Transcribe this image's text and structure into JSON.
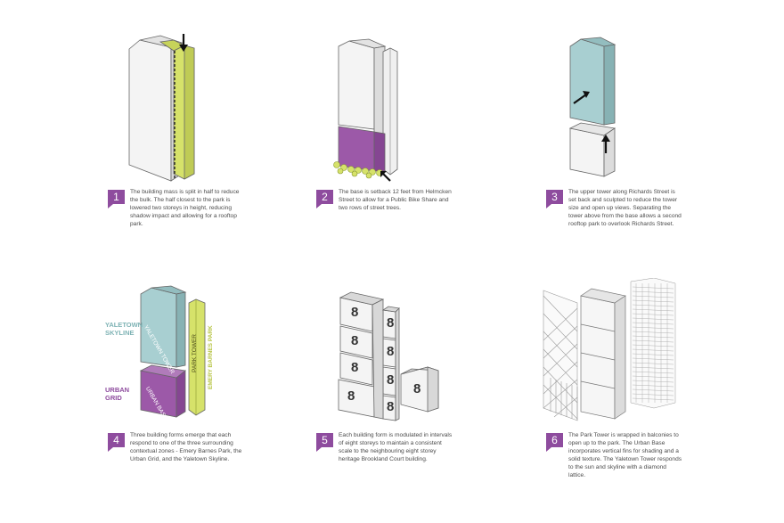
{
  "steps": [
    {
      "number": "1",
      "text": "The building mass is split in half to reduce the bulk. The half closest to the park is lowered two storeys in height, reducing shadow impact and allowing for a rooftop park."
    },
    {
      "number": "2",
      "text": "The base is setback 12 feet from Helmcken Street to allow for a Public Bike Share and two rows of street trees."
    },
    {
      "number": "3",
      "text": "The upper tower along Richards Street is set back and sculpted to reduce the tower size and open up views. Separating the tower above from the base allows a second rooftop park to overlook Richards Street."
    },
    {
      "number": "4",
      "text": "Three building forms emerge that each respond to one of the three surrounding contextual zones - Emery Barnes Park, the Urban Grid, and the Yaletown Skyline."
    },
    {
      "number": "5",
      "text": "Each building form is modulated in intervals of eight storeys to maintain a consistent scale to the neighbouring eight storey heritage Brookland Court building."
    },
    {
      "number": "6",
      "text": "The Park Tower is wrapped in balconies to open up to the park. The Urban Base incorporates vertical fins for shading and a solid texture. The Yaletown Tower responds to the sun and skyline with a diamond lattice."
    }
  ],
  "zones": {
    "yaletown_skyline": "YALETOWN SKYLINE",
    "yaletown_tower": "YALETOWN TOWER",
    "urban_grid": "URBAN GRID",
    "urban_base": "URBAN BASE",
    "park_tower": "PARK TOWER",
    "emery_barnes_park": "EMERY BARNES PARK"
  },
  "module_number": "8",
  "colors": {
    "accent_purple": "#8e4c9e",
    "urban_purple": "#9c59a8",
    "park_green": "#d6e26a",
    "yaletown_blue": "#9cc7c9",
    "outline": "#666666",
    "mass_white": "#f3f3f3",
    "mass_shade": "#dcdcdc"
  }
}
